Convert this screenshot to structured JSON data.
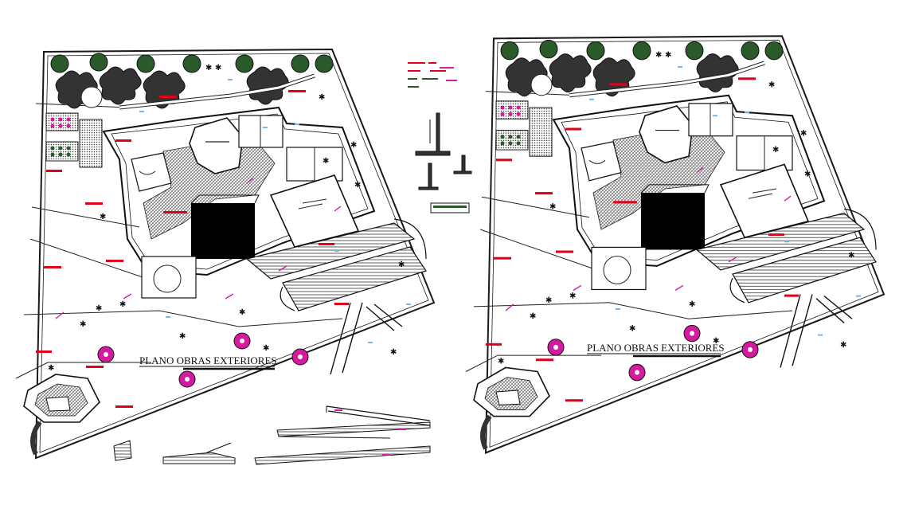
{
  "sheets": [
    {
      "title": "PLANO OBRAS EXTERIORES"
    },
    {
      "title": "PLANO OBRAS EXTERIORES"
    }
  ],
  "colors": {
    "line": "#1a1a1a",
    "annotation_red": "#e0001a",
    "magenta": "#d41b9f",
    "tree_green": "#2a5a2a",
    "annotation_blue": "#7fb6e6",
    "paving": "#777777",
    "fill_dark": "#000000"
  },
  "icons": {
    "tree": "round-tree-symbol",
    "shrub": "blob-shrub-symbol",
    "planter": "magenta-flower-planter"
  }
}
